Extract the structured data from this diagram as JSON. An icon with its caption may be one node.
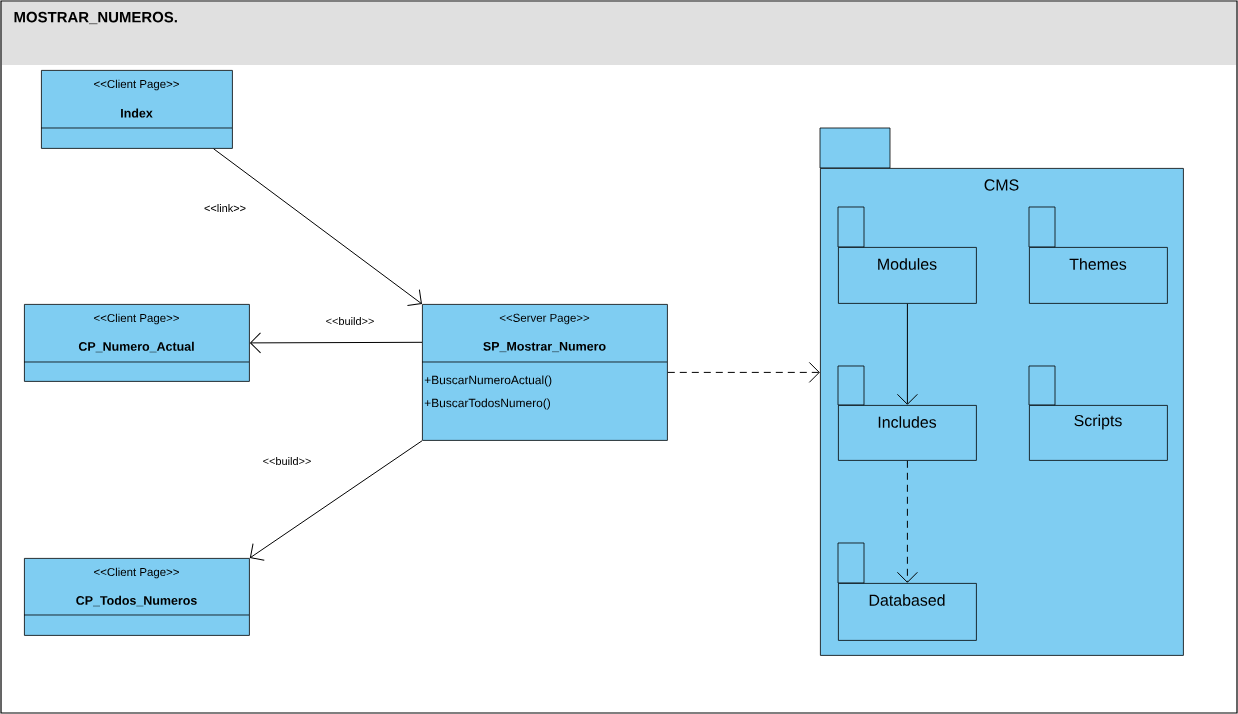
{
  "diagram": {
    "title": "MOSTRAR_NUMEROS.",
    "nodes": [
      {
        "text": [
          "<<Client Page>>",
          "Index"
        ]
      },
      {
        "text": [
          "<<Client Page>>",
          "CP_Numero_Actual"
        ]
      },
      {
        "text": [
          "<<Server Page>>",
          "SP_Mostrar_Numero",
          "+BuscarNumeroActual()",
          "+BuscarTodosNumero()"
        ]
      },
      {
        "text": [
          "<<Client Page>>",
          "CP_Todos_Numeros"
        ]
      },
      {
        "text": [
          "CMS"
        ]
      },
      {
        "text": [
          "Modules"
        ],
        "in": 4
      },
      {
        "text": [
          "Themes"
        ],
        "in": 4
      },
      {
        "text": [
          "Includes"
        ],
        "in": 4
      },
      {
        "text": [
          "Scripts"
        ],
        "in": 4
      },
      {
        "text": [
          "Databased"
        ],
        "in": 4
      }
    ],
    "edges": [
      {
        "from": 0,
        "to": 2,
        "arrow": "to",
        "label": "<<link>>"
      },
      {
        "from": 2,
        "to": 1,
        "arrow": "to",
        "label": "<<build>>"
      },
      {
        "from": 2,
        "to": 3,
        "arrow": "to",
        "label": "<<build>>"
      },
      {
        "from": 2,
        "to": 4,
        "arrow": "to",
        "style": "dashed"
      },
      {
        "from": 5,
        "to": 7,
        "arrow": "to"
      },
      {
        "from": 7,
        "to": 9,
        "arrow": "to",
        "style": "dashed"
      }
    ]
  }
}
